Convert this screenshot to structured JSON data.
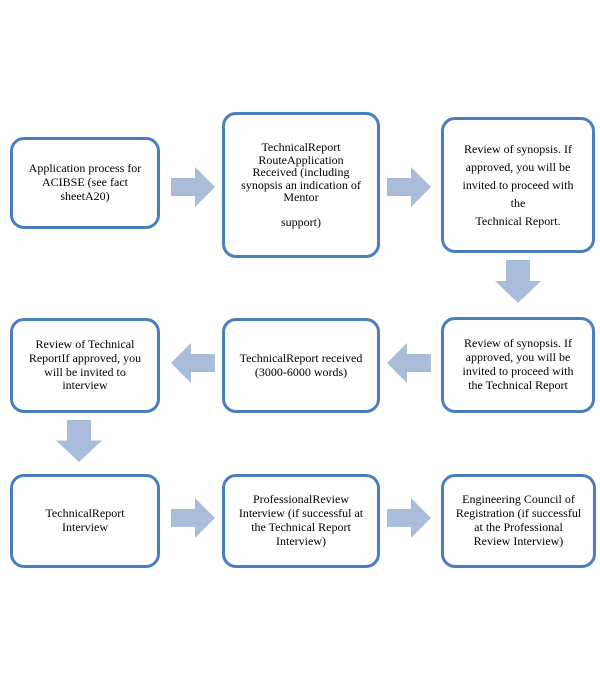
{
  "colors": {
    "box_border": "#4A7EBC",
    "arrow_fill": "#A9BDDB",
    "text_color": "#000000",
    "background": "#FFFFFF"
  },
  "flowchart": {
    "description": "ACIBSE Technical Report Route application process flowchart",
    "steps": [
      {
        "id": "application-process",
        "text": "Application process for\nACIBSE (see fact\nsheetA20)"
      },
      {
        "id": "route-application-received",
        "text": "TechnicalReport\nRouteApplication\nReceived (including\nsynopsis an indication of\nMentor\n\nsupport)"
      },
      {
        "id": "synopsis-review",
        "text": "Review of synopsis. If\napproved, you will be\ninvited to proceed with\nthe\nTechnical Report."
      },
      {
        "id": "synopsis-review-proceed",
        "text": "Review of synopsis. If\napproved, you will be\ninvited to proceed with\nthe Technical Report"
      },
      {
        "id": "technical-report-received",
        "text": "TechnicalReport received\n(3000-6000 words)"
      },
      {
        "id": "technical-report-review",
        "text": "Review of Technical\nReportIf approved, you\nwill be invited to\ninterview"
      },
      {
        "id": "technical-report-interview",
        "text": "TechnicalReport\nInterview"
      },
      {
        "id": "professional-review-interview",
        "text": "ProfessionalReview\nInterview (if successful at\nthe Technical Report\nInterview)"
      },
      {
        "id": "engineering-council-registration",
        "text": "Engineering Council of\nRegistration (if successful\nat the Professional\nReview Interview)"
      }
    ]
  }
}
